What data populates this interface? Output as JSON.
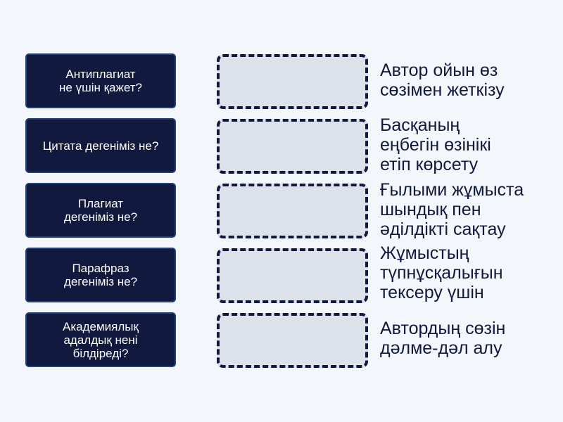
{
  "questions": [
    {
      "label": "Антиплагиат\nне үшін қажет?"
    },
    {
      "label": "Цитата дегеніміз не?"
    },
    {
      "label": "Плагиат\nдегеніміз не?"
    },
    {
      "label": "Парафраз\nдегеніміз не?"
    },
    {
      "label": "Академиялық\nадалдық нені\nбілдіреді?"
    }
  ],
  "answers": [
    {
      "label": "Автор ойын өз\nсөзімен жеткізу"
    },
    {
      "label": "Басқаның\nеңбегін өзінікі\nетіп көрсету"
    },
    {
      "label": "Ғылыми жұмыста\nшындық пен\nәділдікті сақтау"
    },
    {
      "label": "Жұмыстың\nтүпнұсқалығын\nтексеру үшін"
    },
    {
      "label": "Автордың сөзін\nдәлме-дәл алу"
    }
  ],
  "colors": {
    "card": "#111a3e",
    "slot": "#dde1e9",
    "background": "#f3f6fa"
  }
}
